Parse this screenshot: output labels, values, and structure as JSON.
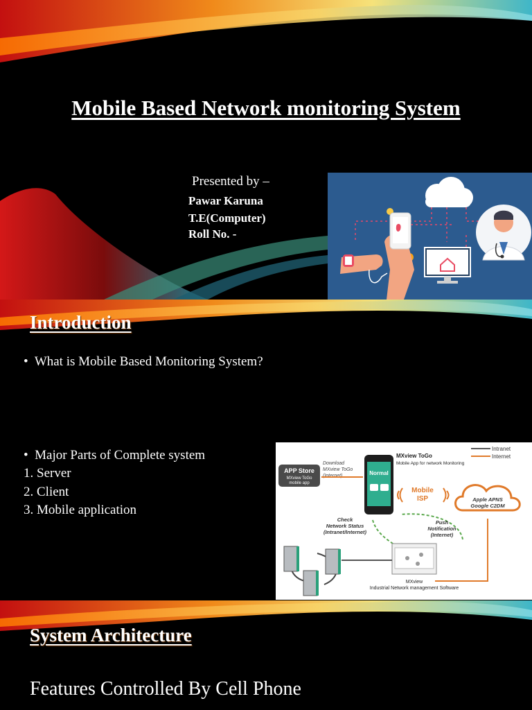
{
  "slide1": {
    "title": "Mobile Based Network monitoring System",
    "presented_by": "Presented by –",
    "name": "Pawar Karuna",
    "class": "T.E(Computer)",
    "roll": "Roll No. -"
  },
  "slide2": {
    "heading": "Introduction",
    "bullet1": "What is Mobile Based Monitoring System?",
    "bullet2": "Major Parts of Complete system",
    "items": [
      "1. Server",
      "2. Client",
      "3. Mobile application"
    ],
    "diagram": {
      "legend_intranet": "Intranet",
      "legend_internet": "Internet",
      "app_store": "APP Store",
      "app_store_sub1": "MXview ToGo",
      "app_store_sub2": "mobile app",
      "download1": "Download",
      "download2": "MXview ToGo",
      "download3": "(Internet)",
      "app_title": "MXview ToGo",
      "app_sub": "Mobile App for network Monitoring",
      "phone_status": "Normal",
      "mobile_isp1": "Mobile",
      "mobile_isp2": "ISP",
      "cloud1": "Apple APNS",
      "cloud2": "Google C2DM",
      "check1": "Check",
      "check2": "Network Status",
      "check3": "(Intranet/Internet)",
      "push1": "Push",
      "push2": "Notification",
      "push3": "(Internet)",
      "mxview": "MXview",
      "mxview_sub": "Industrial Network management Software"
    }
  },
  "slide3": {
    "heading": "System Architecture",
    "text": "Features Controlled By Cell Phone"
  },
  "colors": {
    "legend_intranet": "#555555",
    "legend_internet": "#e07a2a",
    "accent_orange": "#e07a2a"
  }
}
